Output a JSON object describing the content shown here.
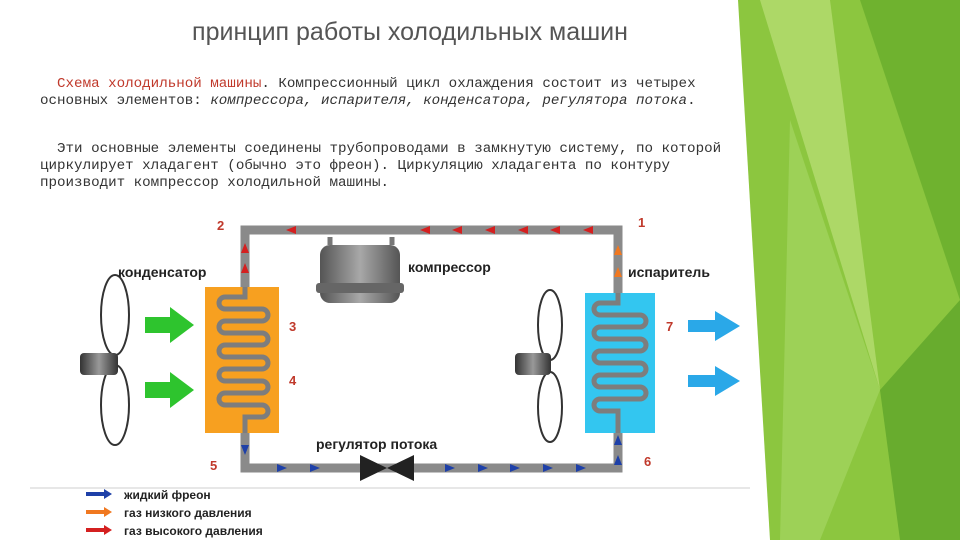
{
  "slide": {
    "title": "принцип работы холодильных машин"
  },
  "paragraph1": {
    "lead": "Схема холодильной машины",
    "text_a": ". Компрессионный цикл охлаждения состоит из четырех основных элементов: ",
    "italic": "компрессора, испарителя, конденсатора, регулятора потока",
    "text_b": "."
  },
  "paragraph2": {
    "text": "Эти основные элементы соединены трубопроводами в замкнутую систему, по которой циркулирует хладагент (обычно это фреон). Циркуляцию хладагента по контуру производит компрессор холодильной машины."
  },
  "diagram": {
    "labels": {
      "condenser": "конденсатор",
      "compressor": "компрессор",
      "evaporator": "испаритель",
      "regulator": "регулятор потока"
    },
    "points": [
      "1",
      "2",
      "3",
      "4",
      "5",
      "6",
      "7"
    ],
    "legend": [
      {
        "label": "жидкий фреон",
        "color": "#1e40a8"
      },
      {
        "label": "газ низкого давления",
        "color": "#f07820"
      },
      {
        "label": "газ высокого давления",
        "color": "#d42020"
      }
    ],
    "colors": {
      "condenser": "#f7a020",
      "evaporator": "#33c6f0",
      "pipe": "#8a8a8a",
      "air_in": "#2ec42e",
      "air_out": "#2aa8e8"
    }
  }
}
